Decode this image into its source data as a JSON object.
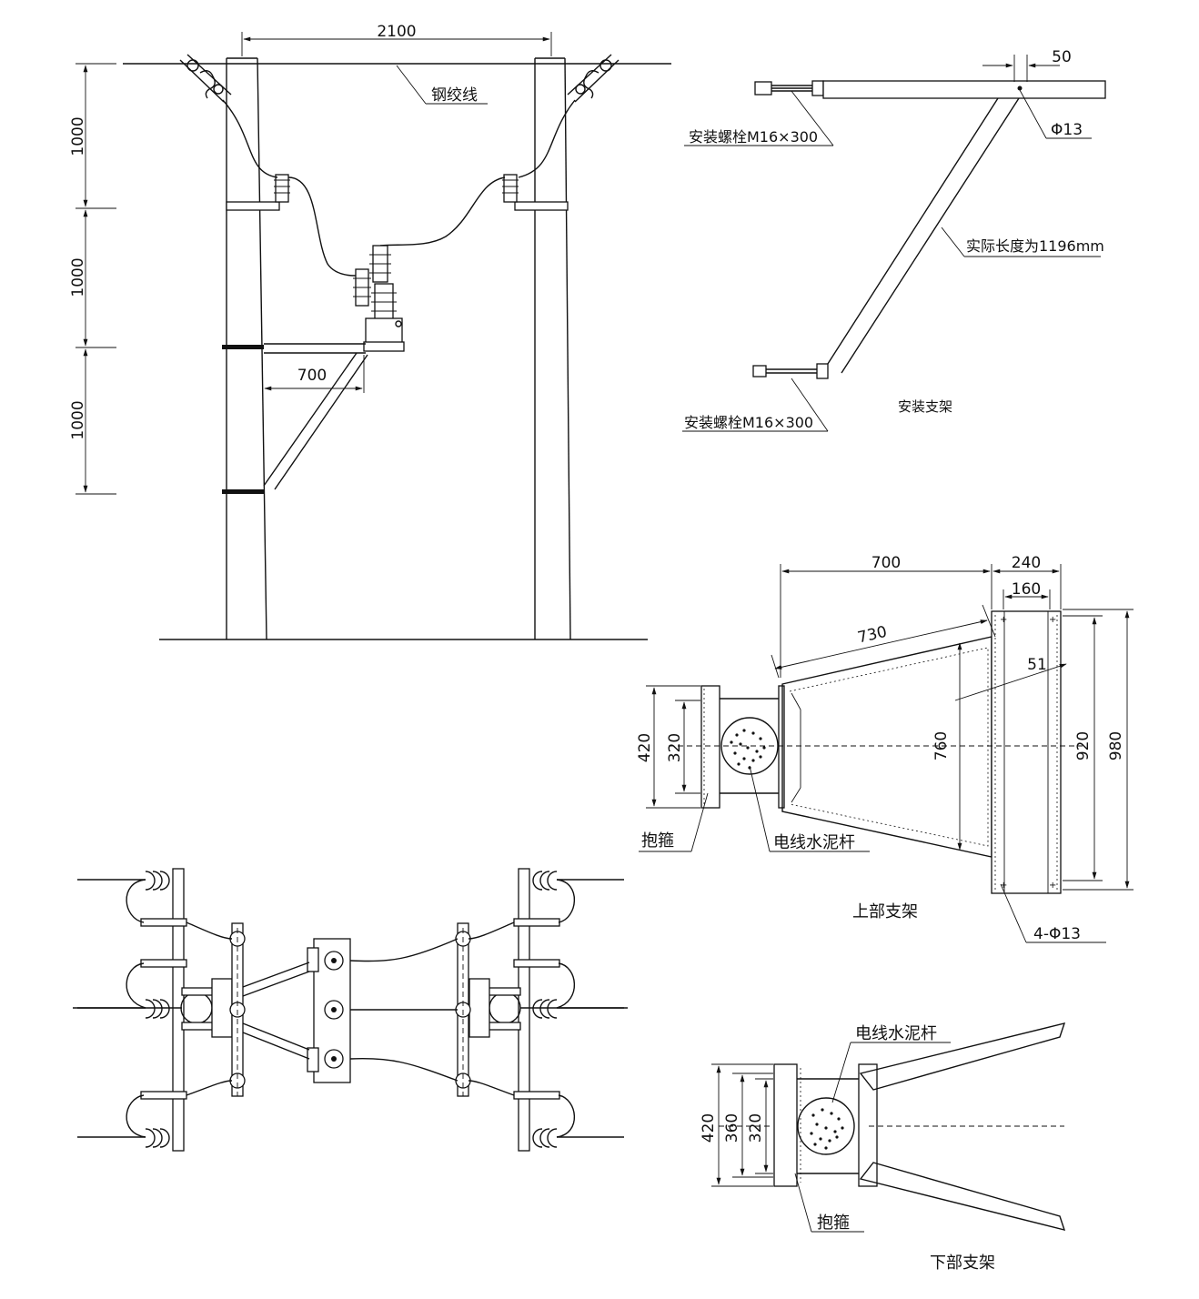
{
  "colors": {
    "ink": "#111111",
    "paper": "#ffffff"
  },
  "elevation": {
    "dim_span": "2100",
    "dim_h1": "1000",
    "dim_h2": "1000",
    "dim_h3": "1000",
    "dim_arm": "700",
    "label_wire": "钢绞线"
  },
  "bracket": {
    "dim_50": "50",
    "label_bolt_top": "安装螺栓M16×300",
    "label_bolt_bottom": "安装螺栓M16×300",
    "label_hole": "Φ13",
    "label_length": "实际长度为1196mm",
    "caption": "安装支架"
  },
  "upper": {
    "dim_700": "700",
    "dim_240": "240",
    "dim_160": "160",
    "dim_730": "730",
    "dim_51": "51",
    "dim_420": "420",
    "dim_320": "320",
    "dim_760": "760",
    "dim_920": "920",
    "dim_980": "980",
    "label_clamp": "抱箍",
    "label_pole": "电线水泥杆",
    "label_holes": "4-Φ13",
    "caption": "上部支架"
  },
  "lower": {
    "dim_420": "420",
    "dim_360": "360",
    "dim_320": "320",
    "label_pole": "电线水泥杆",
    "label_clamp": "抱箍",
    "caption": "下部支架"
  }
}
